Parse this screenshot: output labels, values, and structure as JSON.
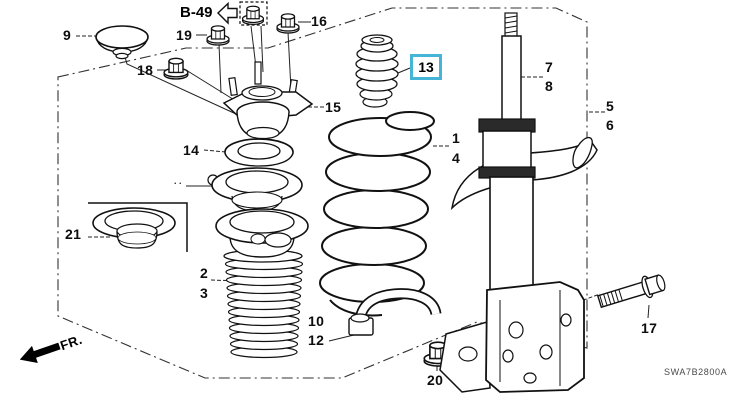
{
  "reference": {
    "b49_label": "B-49"
  },
  "highlight": {
    "color": "#45b4d6",
    "box_style": "border:3px solid #45b4d6;"
  },
  "labels": {
    "p1": "1",
    "p2": "2",
    "p3": "3",
    "p4": "4",
    "p5": "5",
    "p6": "6",
    "p7": "7",
    "p8": "8",
    "p9": "9",
    "p10": "10",
    "p12": "12",
    "p13": "13",
    "p14": "14",
    "p15": "15",
    "p16": "16",
    "p17": "17",
    "p18": "18",
    "p19": "19",
    "p20": "20",
    "p21": "21"
  },
  "annotations": {
    "fr_label": "FR.",
    "diagram_code": "SWA7B2800A",
    "unlabeled_marker": ". ."
  }
}
